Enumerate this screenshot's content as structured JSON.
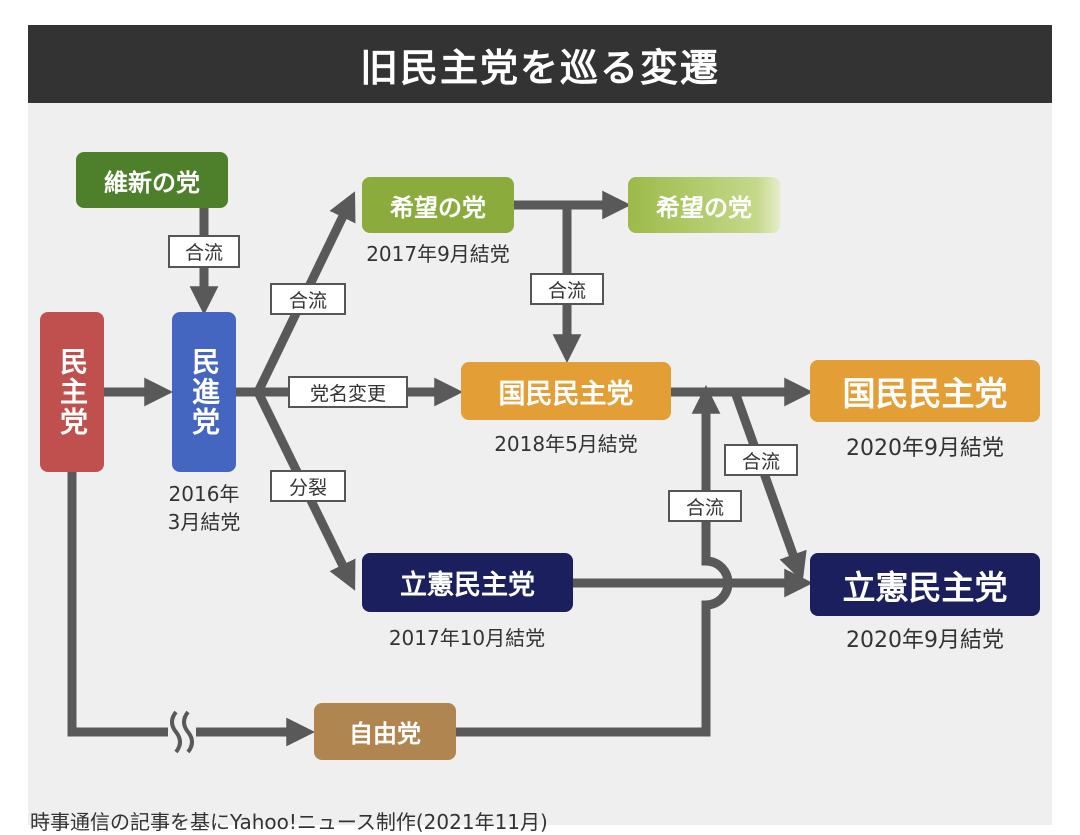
{
  "title": "旧民主党を巡る変遷",
  "parties": {
    "ishin": "維新の党",
    "minshu": "民主党",
    "minshin": "民進党",
    "kibou_2017": "希望の党",
    "kibou_later": "希望の党",
    "kokumin_2018": "国民民主党",
    "kokumin_2020": "国民民主党",
    "rikken_2017": "立憲民主党",
    "rikken_2020": "立憲民主党",
    "jiyu": "自由党"
  },
  "dates": {
    "minshin": "2016年\n3月結党",
    "kibou": "2017年9月結党",
    "kokumin_2018": "2018年5月結党",
    "rikken_2017": "2017年10月結党",
    "kokumin_2020": "2020年9月結党",
    "rikken_2020": "2020年9月結党"
  },
  "edge_labels": {
    "ishin_merge": "合流",
    "kibou_merge": "合流",
    "rename": "党名変更",
    "split": "分裂",
    "kibou_to_kokumin": "合流",
    "jiyu_merge": "合流",
    "kokumin_to_rikken": "合流"
  },
  "caption": "時事通信の記事を基にYahoo!ニュース制作(2021年11月)",
  "colors": {
    "header": "#333333",
    "ishin": "#4e7f2a",
    "minshu": "#c0504d",
    "minshin": "#4466c0",
    "kibou": "#8bab3c",
    "kokumin": "#e39e35",
    "rikken": "#1b1f5e",
    "jiyu": "#b08550",
    "arrow": "#595959"
  }
}
